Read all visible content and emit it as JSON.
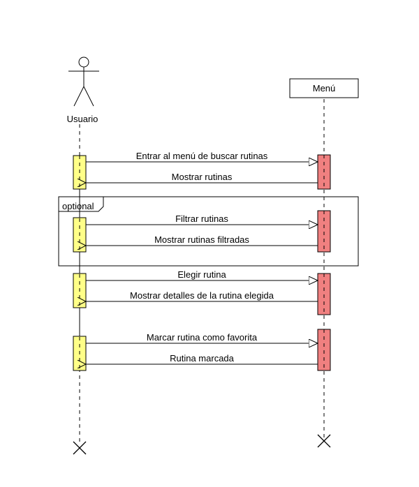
{
  "participants": {
    "actor": {
      "label": "Usuario"
    },
    "object": {
      "label": "Menú"
    }
  },
  "fragment": {
    "label": "optional"
  },
  "messages": [
    {
      "label": "Entrar al menú de buscar rutinas"
    },
    {
      "label": "Mostrar rutinas"
    },
    {
      "label": "Filtrar rutinas"
    },
    {
      "label": "Mostrar rutinas filtradas"
    },
    {
      "label": "Elegir rutina"
    },
    {
      "label": "Mostrar detalles de la rutina elegida"
    },
    {
      "label": "Marcar rutina como favorita"
    },
    {
      "label": "Rutina marcada"
    }
  ],
  "colors": {
    "actor_activation": "#ffff88",
    "object_activation": "#f08080",
    "line": "#000000"
  }
}
